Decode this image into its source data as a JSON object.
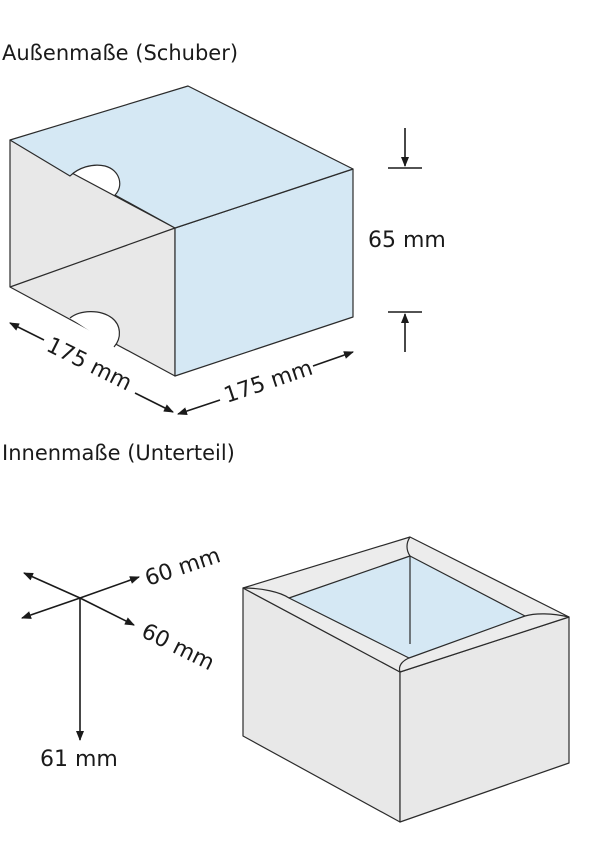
{
  "outer_section": {
    "title": "Außenmaße (Schuber)",
    "height": "65 mm",
    "depth": "175 mm",
    "width": "175 mm"
  },
  "inner_section": {
    "title": "Innenmaße (Unterteil)",
    "width": "60 mm",
    "depth": "60 mm",
    "height": "61 mm"
  },
  "colors": {
    "box_top": "#d5e8f4",
    "box_side": "#e8e8e8",
    "outline": "#2b2b2b"
  }
}
